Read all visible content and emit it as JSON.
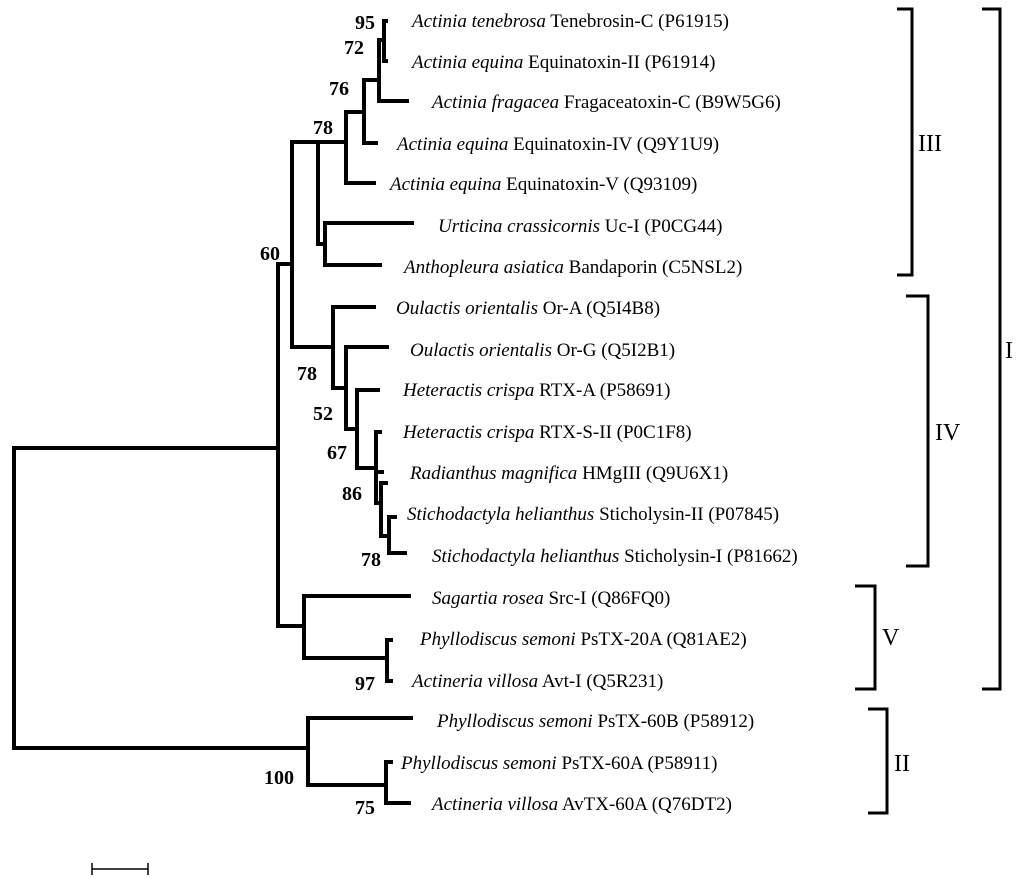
{
  "leaves": [
    {
      "species": "Actinia tenebrosa",
      "protein": "Tenebrosin-C (P61915)"
    },
    {
      "species": "Actinia equina",
      "protein": "Equinatoxin-II (P61914)"
    },
    {
      "species": "Actinia fragacea",
      "protein": "Fragaceatoxin-C (B9W5G6)"
    },
    {
      "species": "Actinia equina",
      "protein": "Equinatoxin-IV (Q9Y1U9)"
    },
    {
      "species": "Actinia equina",
      "protein": "Equinatoxin-V (Q93109)"
    },
    {
      "species": "Urticina crassicornis",
      "protein": "Uc-I (P0CG44)"
    },
    {
      "species": "Anthopleura asiatica",
      "protein": "Bandaporin (C5NSL2)"
    },
    {
      "species": "Oulactis orientalis",
      "protein": "Or-A (Q5I4B8)"
    },
    {
      "species": "Oulactis orientalis",
      "protein": "Or-G (Q5I2B1)"
    },
    {
      "species": "Heteractis crispa",
      "protein": "RTX-A (P58691)"
    },
    {
      "species": "Heteractis crispa",
      "protein": "RTX-S-II (P0C1F8)"
    },
    {
      "species": "Radianthus magnifica",
      "protein": "HMgIII (Q9U6X1)"
    },
    {
      "species": "Stichodactyla helianthus",
      "protein": "Sticholysin-II (P07845)"
    },
    {
      "species": "Stichodactyla helianthus",
      "protein": "Sticholysin-I (P81662)"
    },
    {
      "species": "Sagartia rosea",
      "protein": "Src-I (Q86FQ0)"
    },
    {
      "species": "Phyllodiscus semoni",
      "protein": "PsTX-20A (Q81AE2)"
    },
    {
      "species": "Actineria villosa",
      "protein": "Avt-I (Q5R231)"
    },
    {
      "species": "Phyllodiscus semoni",
      "protein": "PsTX-60B (P58912)"
    },
    {
      "species": "Phyllodiscus semoni",
      "protein": "PsTX-60A (P58911)"
    },
    {
      "species": "Actineria villosa",
      "protein": "AvTX-60A (Q76DT2)"
    }
  ],
  "bootstrap": [
    "95",
    "72",
    "76",
    "78",
    "60",
    "78",
    "52",
    "67",
    "86",
    "78",
    "97",
    "100",
    "75"
  ],
  "clades": [
    "III",
    "IV",
    "V",
    "I",
    "II"
  ]
}
